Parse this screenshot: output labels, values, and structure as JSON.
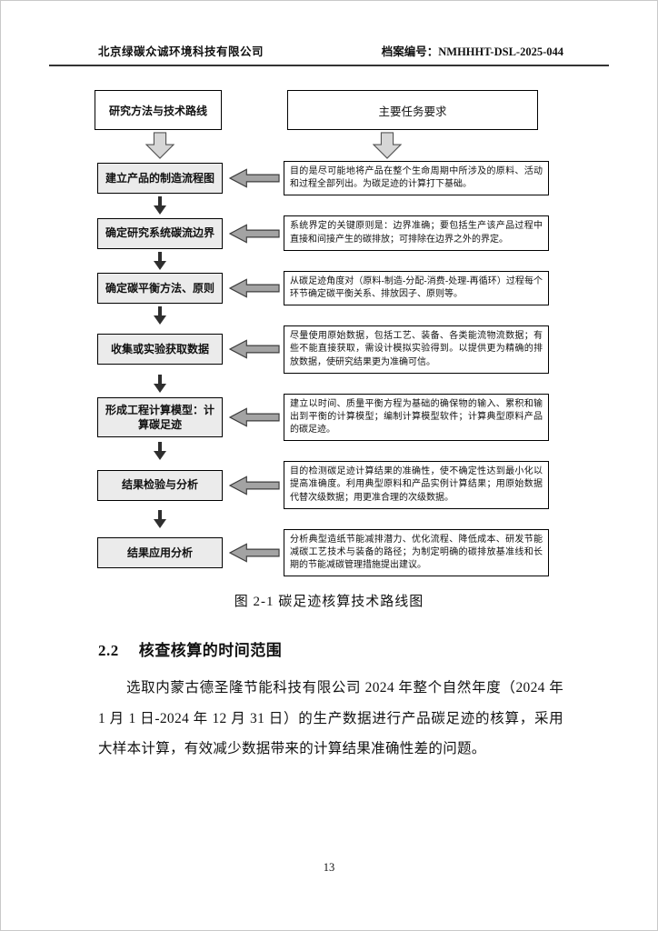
{
  "header": {
    "company": "北京绿碳众诚环境科技有限公司",
    "doc_label": "档案编号：",
    "doc_number": "NMHHHT-DSL-2025-044"
  },
  "flowchart": {
    "left_header": "研究方法与技术路线",
    "right_header": "主要任务要求",
    "steps": [
      {
        "step": "建立产品的制造流程图",
        "task": "目的是尽可能地将产品在整个生命周期中所涉及的原料、活动和过程全部列出。为碳足迹的计算打下基础。"
      },
      {
        "step": "确定研究系统碳流边界",
        "task": "系统界定的关键原则是：边界准确；要包括生产该产品过程中直接和间接产生的碳排放；可排除在边界之外的界定。"
      },
      {
        "step": "确定碳平衡方法、原则",
        "task": "从碳足迹角度对（原料-制造-分配-消费-处理-再循环）过程每个环节确定碳平衡关系、排放因子、原则等。"
      },
      {
        "step": "收集或实验获取数据",
        "task": "尽量使用原始数据，包括工艺、装备、各类能流物流数据；有些不能直接获取，需设计模拟实验得到。以提供更为精确的排放数据，使研究结果更为准确可信。"
      },
      {
        "step": "形成工程计算模型：计算碳足迹",
        "task": "建立以时间、质量平衡方程为基础的确保物的输入、累积和输出到平衡的计算模型；编制计算模型软件；计算典型原料产品的碳足迹。"
      },
      {
        "step": "结果检验与分析",
        "task": "目的检测碳足迹计算结果的准确性，使不确定性达到最小化以提高准确度。利用典型原料和产品实例计算结果；用原始数据代替次级数据；用更准合理的次级数据。"
      },
      {
        "step": "结果应用分析",
        "task": "分析典型造纸节能减排潜力、优化流程、降低成本、研发节能减碳工艺技术与装备的路径；为制定明确的碳排放基准线和长期的节能减碳管理措施提出建议。"
      }
    ],
    "caption": "图 2-1 碳足迹核算技术路线图"
  },
  "section": {
    "number": "2.2",
    "title": "核查核算的时间范围"
  },
  "paragraph": "选取内蒙古德圣隆节能科技有限公司 2024 年整个自然年度（2024 年 1 月 1 日-2024 年 12 月 31 日）的生产数据进行产品碳足迹的核算，采用大样本计算，有效减少数据带来的计算结果准确性差的问题。",
  "page_number": "13"
}
